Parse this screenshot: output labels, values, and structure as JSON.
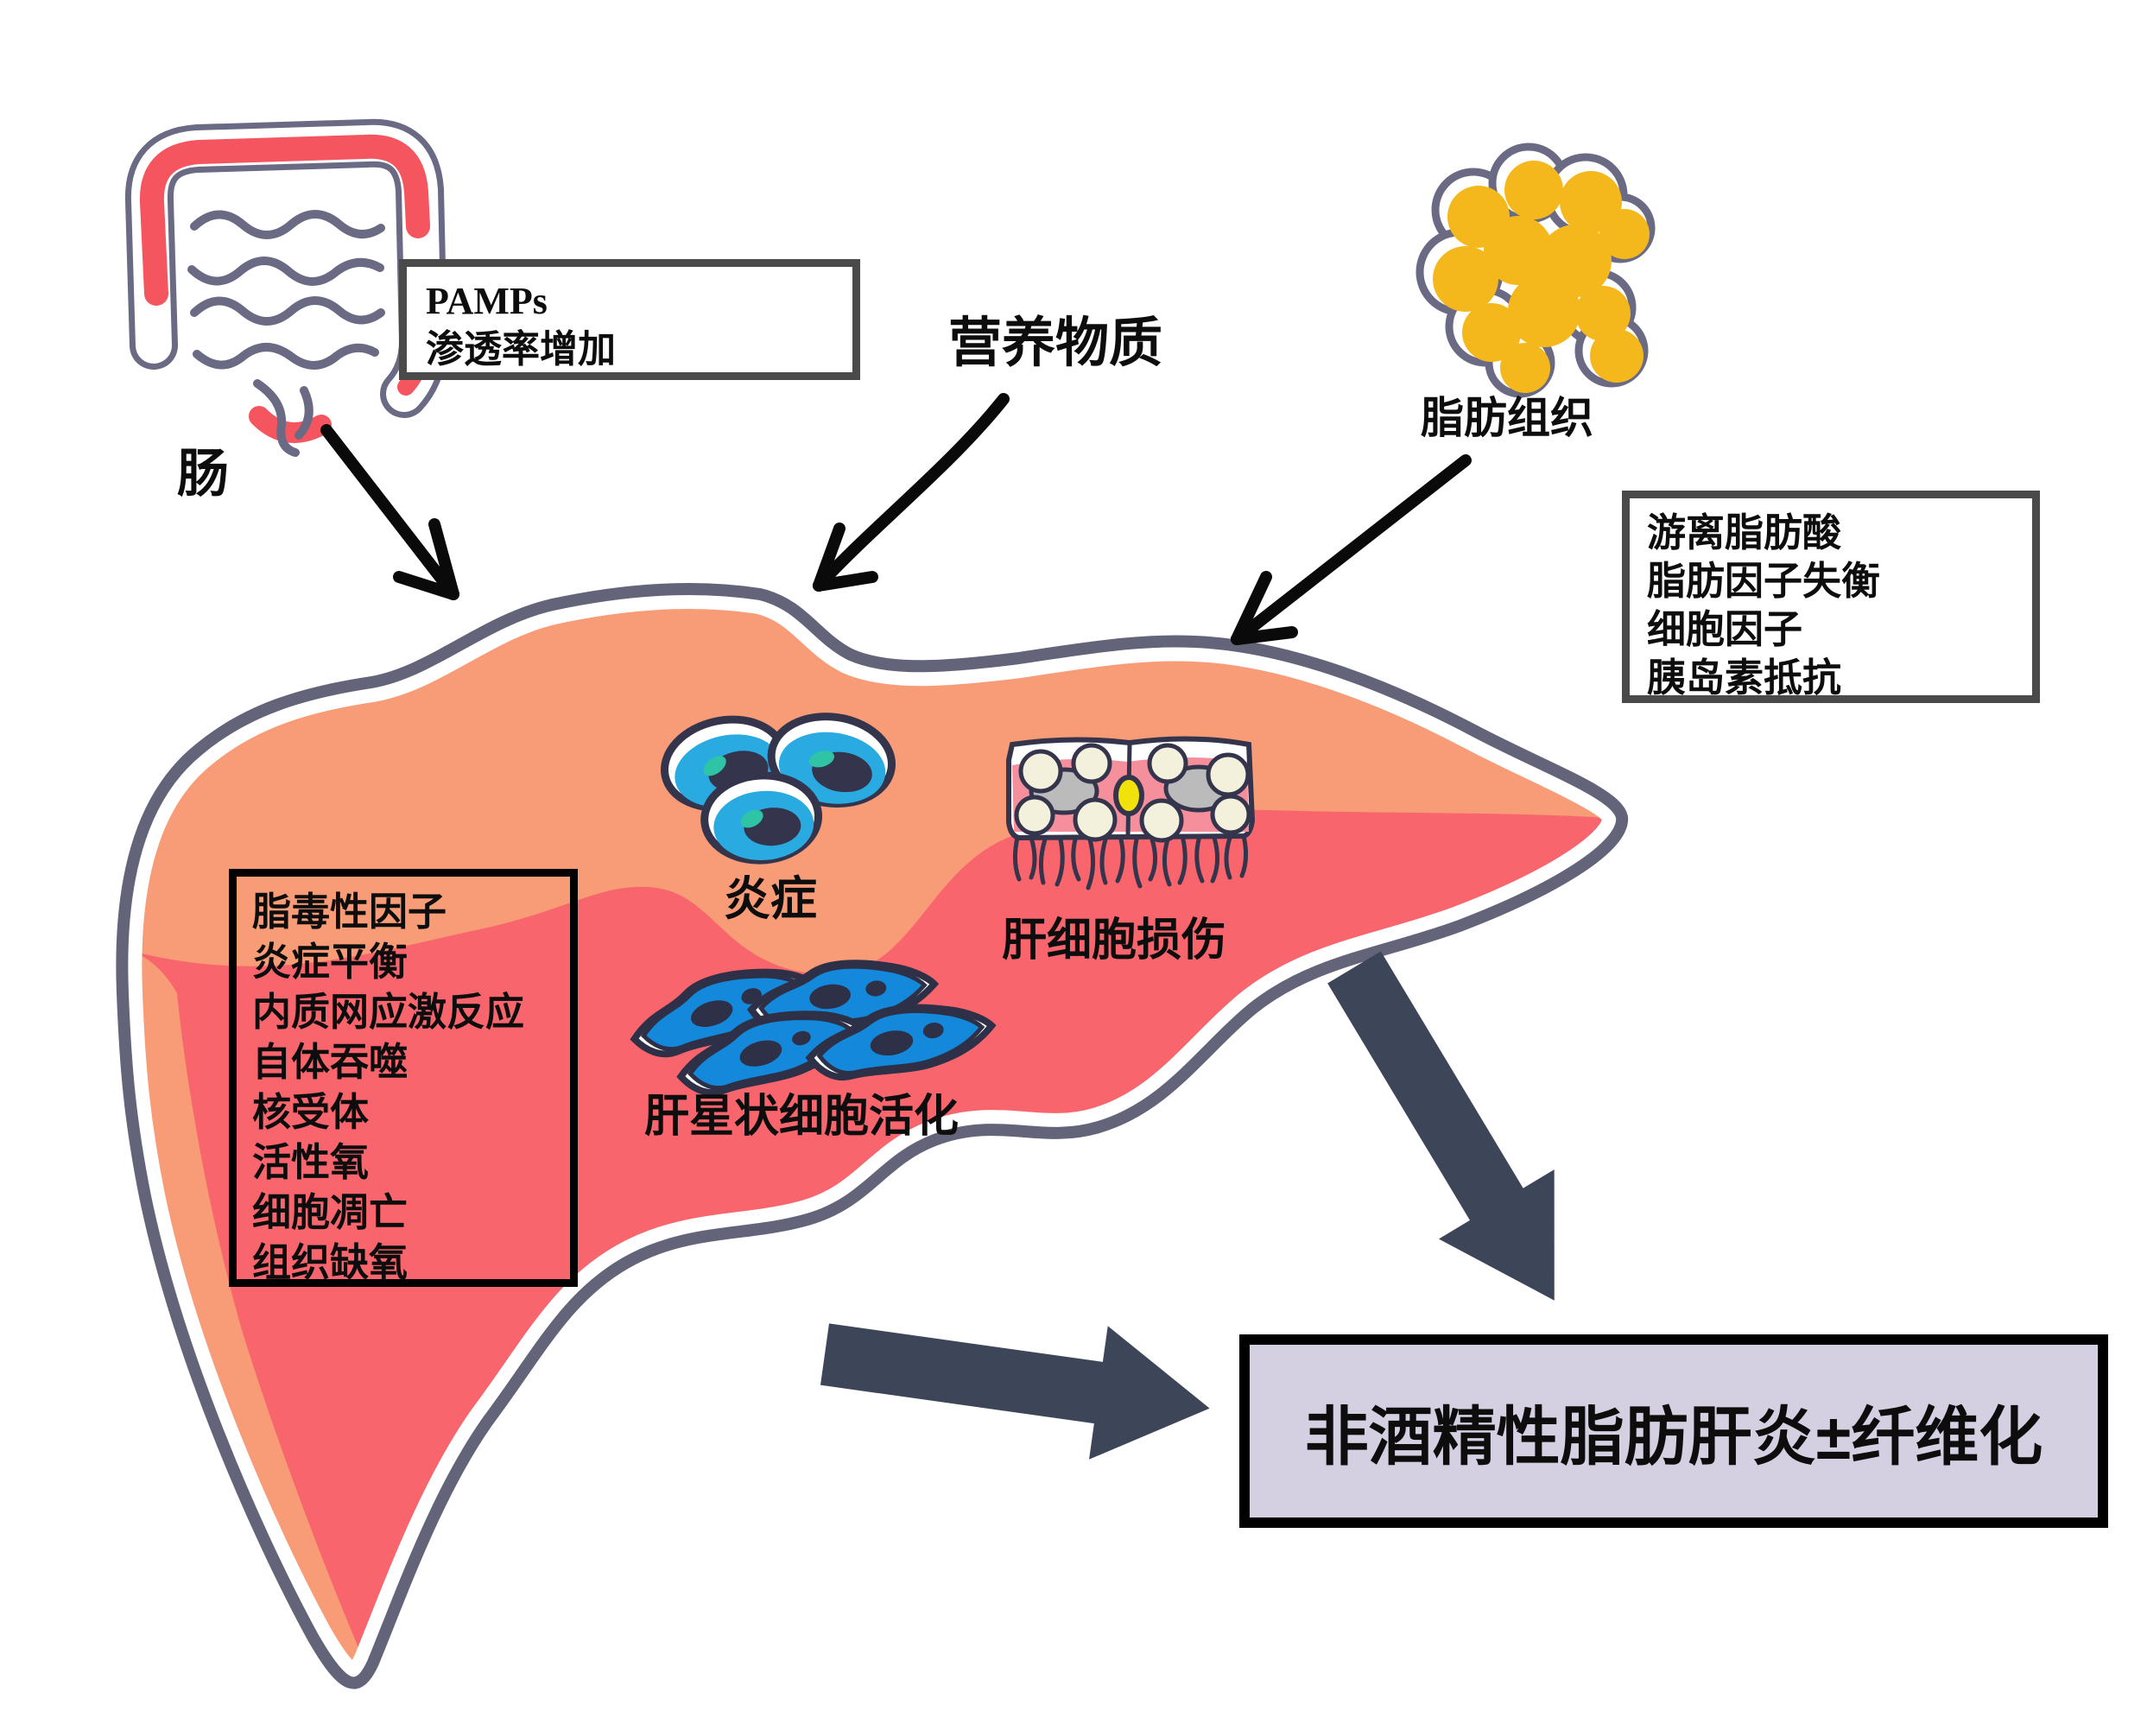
{
  "intestine": {
    "label": "肠"
  },
  "pamps_box": {
    "lines": [
      "PAMPs",
      "渗透率增加"
    ]
  },
  "nutrients_label": "营养物质",
  "adipose": {
    "label": "脂肪组织"
  },
  "adipose_box": {
    "lines": [
      "游离脂肪酸",
      "脂肪因子失衡",
      "细胞因子",
      "胰岛素抵抗"
    ]
  },
  "liver_box": {
    "lines": [
      "脂毒性因子",
      "炎症平衡",
      "内质网应激反应",
      "自体吞噬",
      "核受体",
      "活性氧",
      "细胞凋亡",
      "组织缺氧"
    ]
  },
  "inflammation_label": "炎症",
  "hepatocyte_label": "肝细胞损伤",
  "stellate_label": "肝星状细胞活化",
  "outcome_box": {
    "label": "非酒精性脂肪肝炎±纤维化"
  },
  "colors": {
    "liver_fill": "#F89C77",
    "liver_lower_fill": "#F8656C",
    "outline_gray": "#636379",
    "intestine_red": "#F4555E",
    "adipose_yellow": "#F5B81C",
    "cell_blue": "#29ABE2",
    "stellate_blue": "#1488DA",
    "nucleus_navy": "#34344C",
    "teal_highlight": "#2EC4A5",
    "block_arrow": "#3D4558",
    "outcome_bg": "#D5CFE2",
    "hepatocyte_pink": "#F58F9B"
  }
}
